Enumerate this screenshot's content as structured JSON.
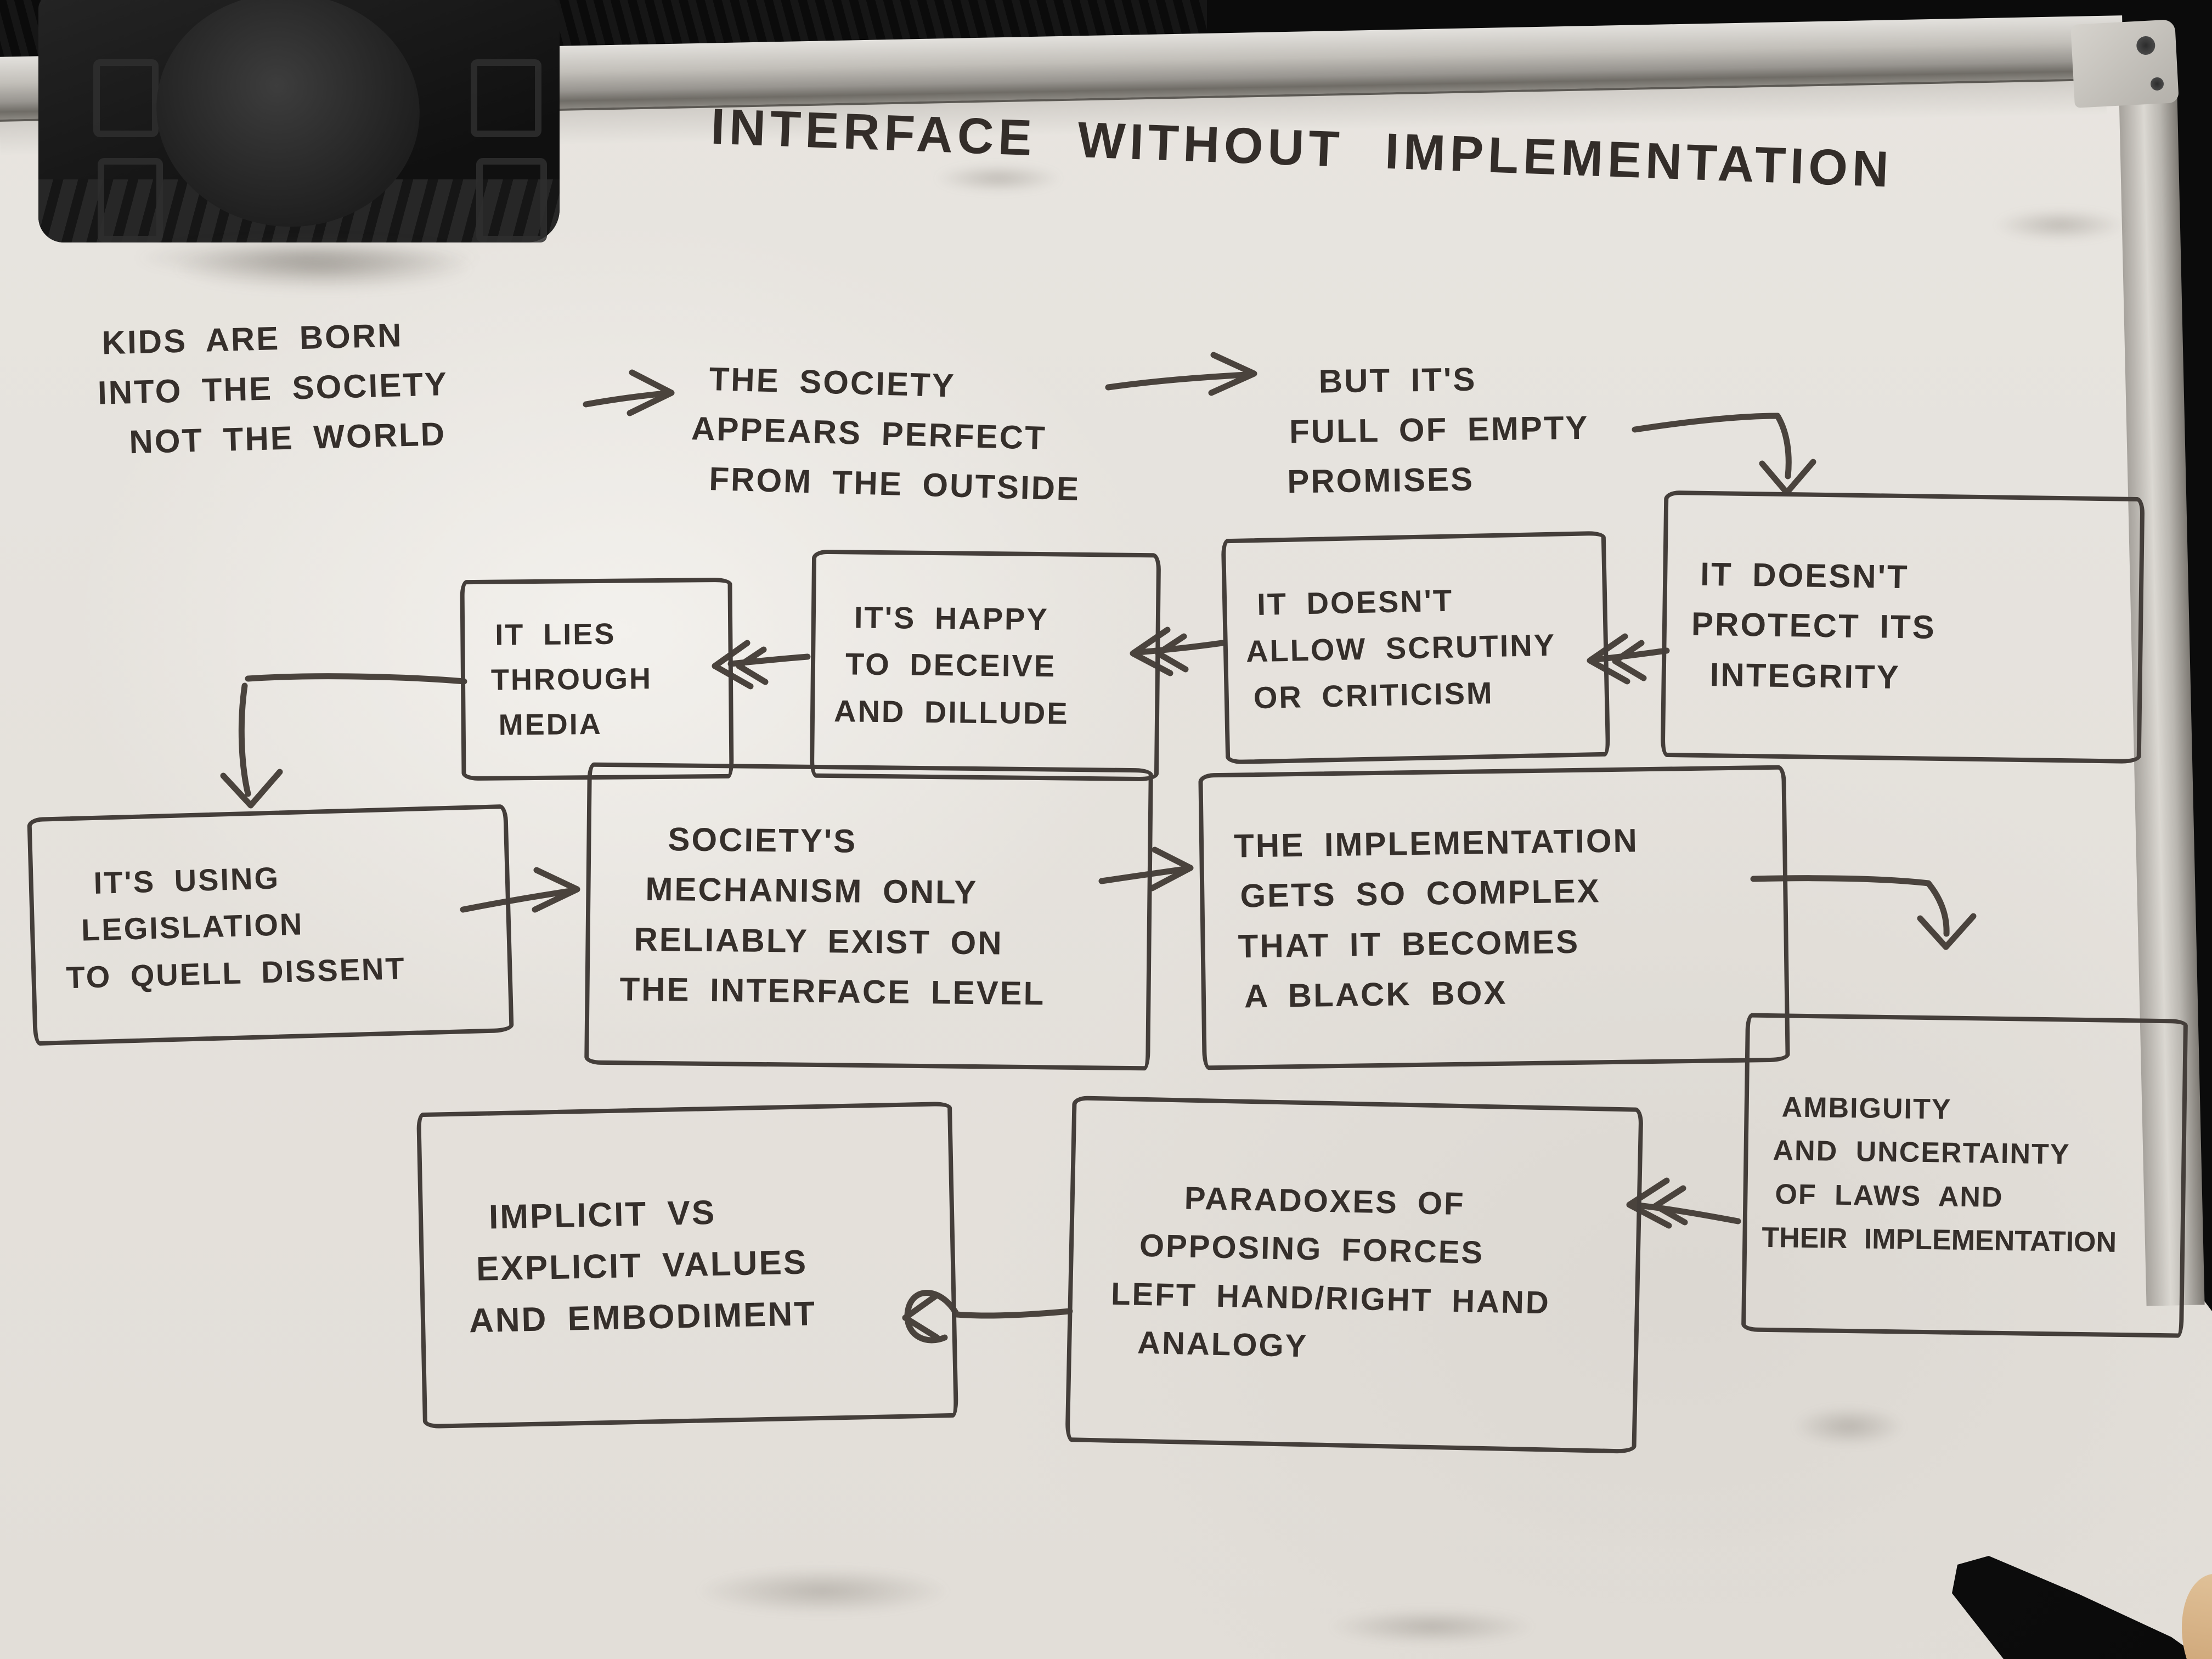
{
  "diagram": {
    "title": "INTERFACE WITHOUT IMPLEMENTATION",
    "nodes": [
      {
        "id": "kids-are-born",
        "boxed": false,
        "lines": [
          "KIDS ARE BORN",
          "INTO THE SOCIETY",
          "NOT THE WORLD"
        ]
      },
      {
        "id": "society-appears-perfect",
        "boxed": false,
        "lines": [
          "THE SOCIETY",
          "APPEARS PERFECT",
          "FROM THE OUTSIDE"
        ]
      },
      {
        "id": "empty-promises",
        "boxed": false,
        "lines": [
          "BUT IT'S",
          "FULL OF EMPTY",
          "PROMISES"
        ]
      },
      {
        "id": "protect-integrity",
        "boxed": true,
        "lines": [
          "IT DOESN'T",
          "PROTECT ITS",
          "INTEGRITY"
        ]
      },
      {
        "id": "allow-scrutiny",
        "boxed": true,
        "lines": [
          "IT DOESN'T",
          "ALLOW SCRUTINY",
          "OR CRITICISM"
        ]
      },
      {
        "id": "deceive-dillude",
        "boxed": true,
        "lines": [
          "IT'S HAPPY",
          "TO DECEIVE",
          "AND DILLUDE"
        ]
      },
      {
        "id": "lies-media",
        "boxed": true,
        "lines": [
          "IT LIES",
          "THROUGH",
          "MEDIA"
        ]
      },
      {
        "id": "legislation-dissent",
        "boxed": true,
        "lines": [
          "IT'S USING",
          "LEGISLATION",
          "TO QUELL DISSENT"
        ]
      },
      {
        "id": "interface-level",
        "boxed": true,
        "lines": [
          "SOCIETY'S",
          "MECHANISM ONLY",
          "RELIABLY EXIST ON",
          "THE INTERFACE LEVEL"
        ]
      },
      {
        "id": "black-box",
        "boxed": true,
        "lines": [
          "THE IMPLEMENTATION",
          "GETS SO COMPLEX",
          "THAT IT BECOMES",
          "A BLACK BOX"
        ]
      },
      {
        "id": "ambiguity-uncertainty",
        "boxed": true,
        "lines": [
          "AMBIGUITY",
          "AND UNCERTAINTY",
          "OF LAWS AND",
          "THEIR IMPLEMENTATION"
        ]
      },
      {
        "id": "paradoxes",
        "boxed": true,
        "lines": [
          "PARADOXES OF",
          "OPPOSING FORCES",
          "LEFT HAND/RIGHT HAND",
          "ANALOGY"
        ]
      },
      {
        "id": "implicit-explicit",
        "boxed": true,
        "lines": [
          "IMPLICIT VS",
          "EXPLICIT VALUES",
          "AND EMBODIMENT"
        ]
      }
    ],
    "edges": [
      {
        "from": "kids-are-born",
        "to": "society-appears-perfect"
      },
      {
        "from": "society-appears-perfect",
        "to": "empty-promises"
      },
      {
        "from": "empty-promises",
        "to": "protect-integrity"
      },
      {
        "from": "protect-integrity",
        "to": "allow-scrutiny"
      },
      {
        "from": "allow-scrutiny",
        "to": "deceive-dillude"
      },
      {
        "from": "deceive-dillude",
        "to": "lies-media"
      },
      {
        "from": "lies-media",
        "to": "legislation-dissent"
      },
      {
        "from": "legislation-dissent",
        "to": "interface-level"
      },
      {
        "from": "interface-level",
        "to": "black-box"
      },
      {
        "from": "black-box",
        "to": "ambiguity-uncertainty"
      },
      {
        "from": "ambiguity-uncertainty",
        "to": "paradoxes"
      },
      {
        "from": "paradoxes",
        "to": "implicit-explicit"
      }
    ],
    "colors": {
      "marker": "#3b3531",
      "board": "#e9e6e1",
      "frame": "#c3c0ba",
      "background": "#0b0b0b",
      "eraser": "#1c1c1c",
      "strap": "#1a1a1a"
    }
  }
}
